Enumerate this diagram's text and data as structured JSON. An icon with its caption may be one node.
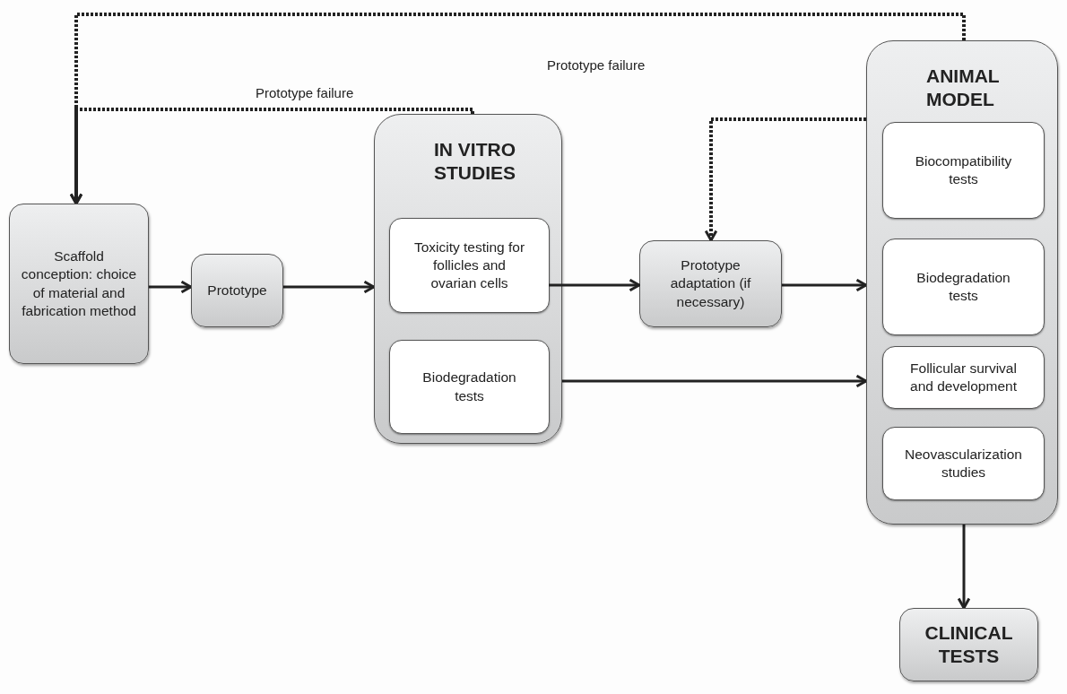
{
  "diagram": {
    "nodes": [
      {
        "text": [
          "Scaffold conception: choice of material and fabrication method"
        ]
      },
      {
        "text": [
          "Prototype"
        ]
      },
      {
        "text": [
          "IN VITRO STUDIES"
        ]
      },
      {
        "text": [
          "Toxicity testing for follicles and ovarian cells"
        ],
        "in": 2
      },
      {
        "text": [
          "Biodegradation tests"
        ],
        "in": 2
      },
      {
        "text": [
          "Prototype adaptation (if necessary)"
        ]
      },
      {
        "text": [
          "ANIMAL MODEL"
        ]
      },
      {
        "text": [
          "Biocompatibility tests"
        ],
        "in": 6
      },
      {
        "text": [
          "Biodegradation tests"
        ],
        "in": 6
      },
      {
        "text": [
          "Follicular survival and development"
        ],
        "in": 6
      },
      {
        "text": [
          "Neovascularization studies"
        ],
        "in": 6
      },
      {
        "text": [
          "CLINICAL TESTS"
        ]
      }
    ],
    "edges": [
      {
        "from": 0,
        "to": 1,
        "arrow": "to"
      },
      {
        "from": 1,
        "to": 2,
        "arrow": "to"
      },
      {
        "from": 3,
        "to": 5,
        "arrow": "to"
      },
      {
        "from": 4,
        "to": 6,
        "arrow": "to"
      },
      {
        "from": 5,
        "to": 6,
        "arrow": "to"
      },
      {
        "from": 2,
        "to": 0,
        "arrow": "to",
        "label": "Prototype failure",
        "style": "dashed"
      },
      {
        "from": 6,
        "to": 0,
        "arrow": "to",
        "label": "Prototype failure",
        "style": "dashed"
      },
      {
        "from": 6,
        "to": 5,
        "arrow": "to",
        "style": "dashed"
      },
      {
        "from": 6,
        "to": 11,
        "arrow": "to"
      }
    ]
  }
}
